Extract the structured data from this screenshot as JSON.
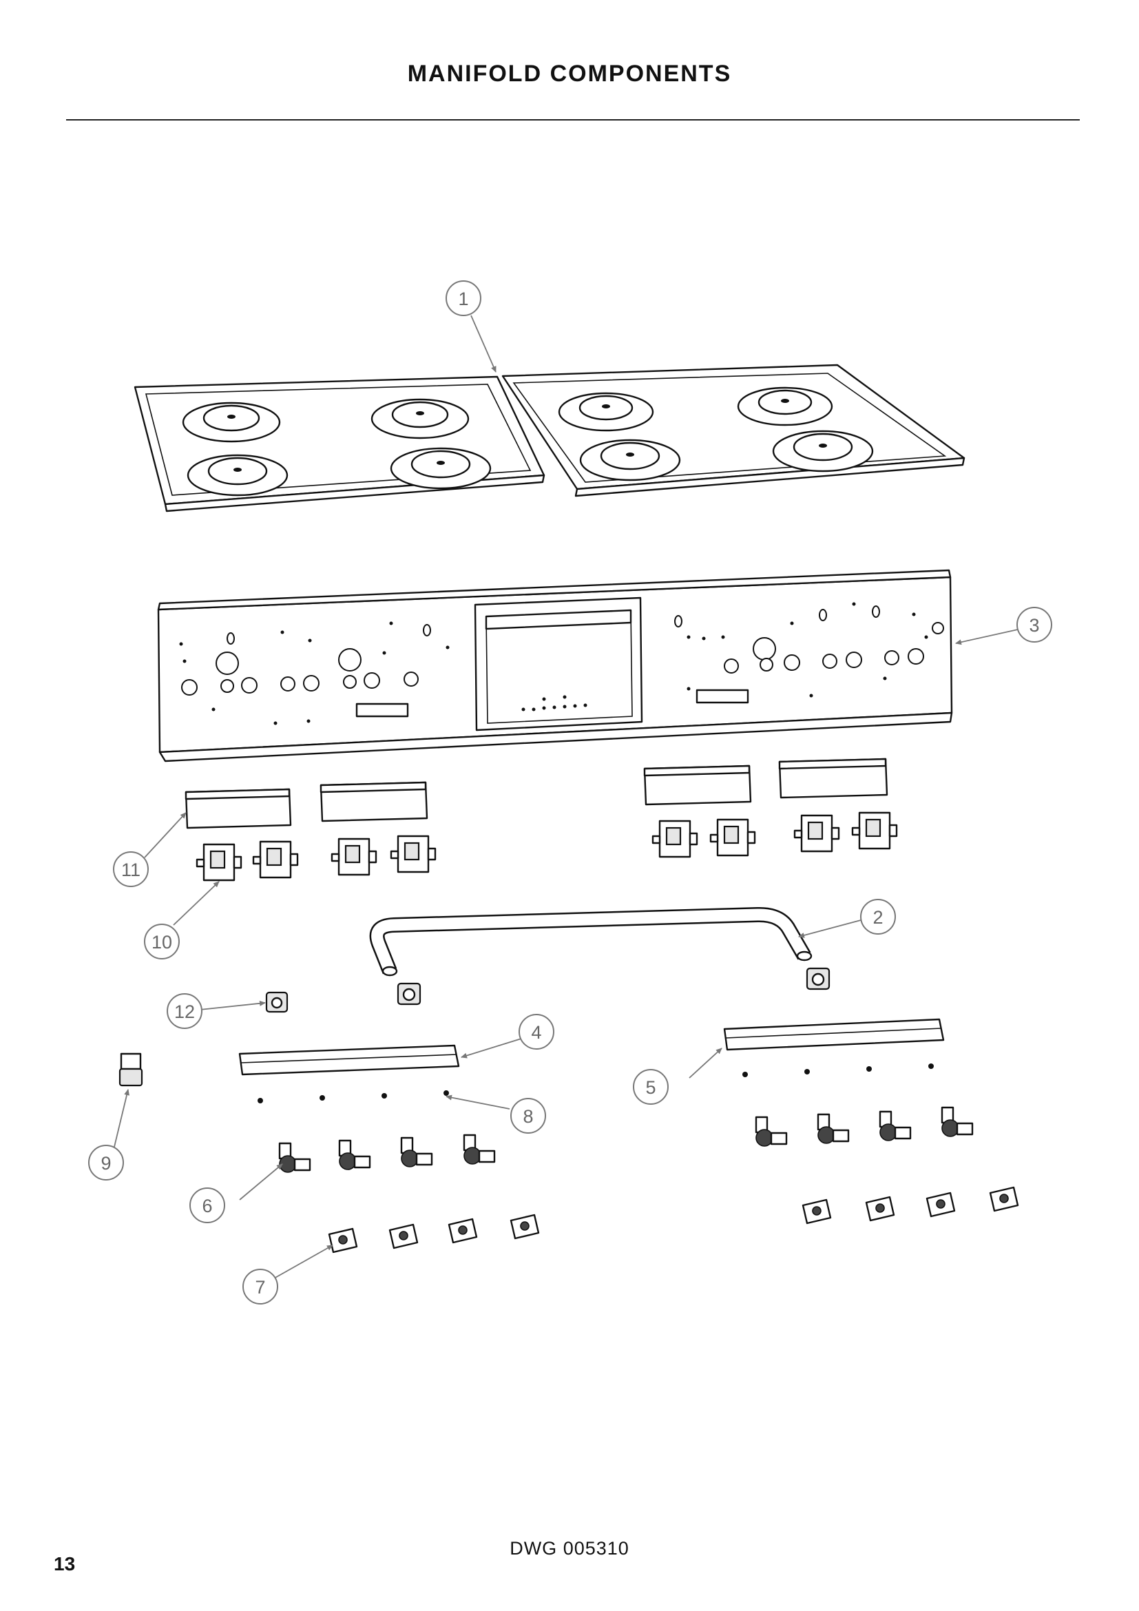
{
  "page": {
    "title": "MANIFOLD COMPONENTS",
    "drawing_number": "DWG 005310",
    "page_number": "13"
  },
  "callouts": [
    {
      "label": "1"
    },
    {
      "label": "2"
    },
    {
      "label": "3"
    },
    {
      "label": "4"
    },
    {
      "label": "5"
    },
    {
      "label": "6"
    },
    {
      "label": "7"
    },
    {
      "label": "8"
    },
    {
      "label": "9"
    },
    {
      "label": "10"
    },
    {
      "label": "11"
    },
    {
      "label": "12"
    }
  ]
}
